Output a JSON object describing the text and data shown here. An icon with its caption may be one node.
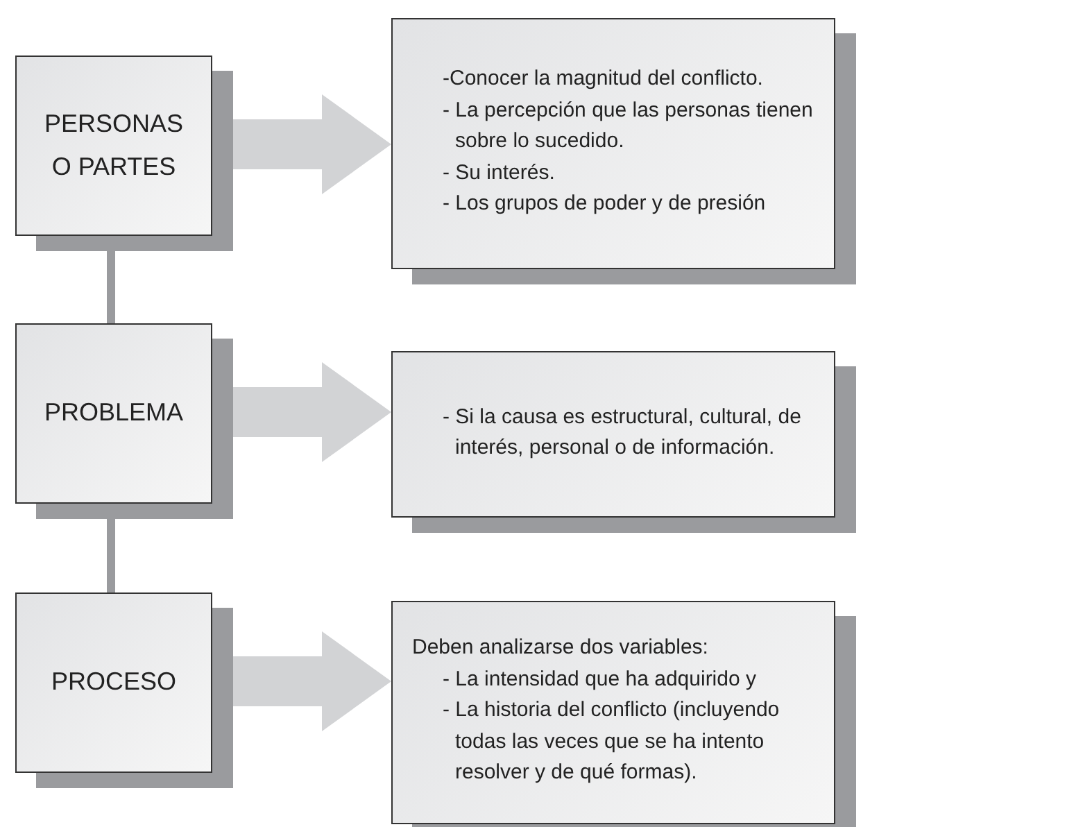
{
  "diagram": {
    "nodes": [
      {
        "text": [
          "PERSONAS O PARTES"
        ]
      },
      {
        "text": [
          "-Conocer la magnitud del conflicto.",
          "- La percepción que las personas tienen sobre lo sucedido.",
          "- Su interés.",
          "- Los grupos de poder y de presión"
        ]
      },
      {
        "text": [
          "PROBLEMA"
        ]
      },
      {
        "text": [
          "- Si la causa es estructural, cultural, de interés, personal o de información."
        ]
      },
      {
        "text": [
          "PROCESO"
        ]
      },
      {
        "text": [
          "Deben analizarse dos variables:",
          "- La intensidad que ha adquirido y",
          "- La historia del conflicto (incluyendo todas las veces que se ha intento resolver y de qué formas)."
        ]
      }
    ],
    "edges": [
      {
        "from": 0,
        "to": 1,
        "arrow": "to",
        "color": "#d2d3d5"
      },
      {
        "from": 2,
        "to": 3,
        "arrow": "to",
        "color": "#d2d3d5"
      },
      {
        "from": 4,
        "to": 5,
        "arrow": "to",
        "color": "#d2d3d5"
      },
      {
        "from": 0,
        "to": 2,
        "arrow": "none",
        "color": "#9a9b9e"
      },
      {
        "from": 2,
        "to": 4,
        "arrow": "none",
        "color": "#9a9b9e"
      }
    ]
  }
}
